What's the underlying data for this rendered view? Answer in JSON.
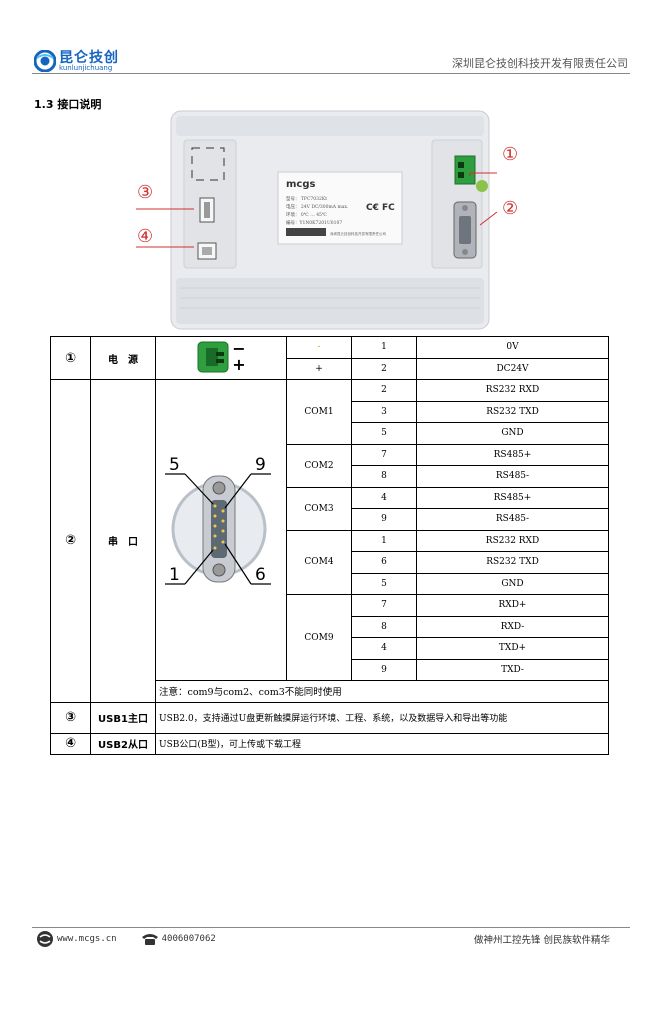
{
  "header": {
    "logo_cn": "昆仑技创",
    "logo_en": "kunlunjichuang",
    "company": "深圳昆仑技创科技开发有限责任公司"
  },
  "section": {
    "title": "1.3 接口说明"
  },
  "figure": {
    "callouts": [
      "①",
      "②",
      "③",
      "④"
    ],
    "brand": "mcgs",
    "label_rows": [
      "型号： TPC7032Kt",
      "电压： 24V DC/300mA max.",
      "环境： 0℃ … 45℃",
      "编号：Y1N0K7201U0107"
    ],
    "label_marks": "C€ FC",
    "footer_small": "深圳昆仑技创科技开发有限责任公司"
  },
  "table": {
    "power": {
      "num": "①",
      "label": "电　源",
      "connector_labels": [
        "−",
        "+"
      ],
      "rows": [
        {
          "sign": "-",
          "pin": "1",
          "func": "0V"
        },
        {
          "sign": "+",
          "pin": "2",
          "func": "DC24V"
        }
      ]
    },
    "serial": {
      "num": "②",
      "label": "串　口",
      "db9_labels": [
        "5",
        "9",
        "1",
        "6"
      ],
      "groups": [
        {
          "name": "COM1",
          "rows": [
            {
              "pin": "2",
              "func": "RS232 RXD"
            },
            {
              "pin": "3",
              "func": "RS232 TXD"
            },
            {
              "pin": "5",
              "func": "GND"
            }
          ]
        },
        {
          "name": "COM2",
          "rows": [
            {
              "pin": "7",
              "func": "RS485+"
            },
            {
              "pin": "8",
              "func": "RS485-"
            }
          ]
        },
        {
          "name": "COM3",
          "rows": [
            {
              "pin": "4",
              "func": "RS485+"
            },
            {
              "pin": "9",
              "func": "RS485-"
            }
          ]
        },
        {
          "name": "COM4",
          "rows": [
            {
              "pin": "1",
              "func": "RS232 RXD"
            },
            {
              "pin": "6",
              "func": "RS232 TXD"
            },
            {
              "pin": "5",
              "func": "GND"
            }
          ]
        },
        {
          "name": "COM9",
          "rows": [
            {
              "pin": "7",
              "func": "RXD+"
            },
            {
              "pin": "8",
              "func": "RXD-"
            },
            {
              "pin": "4",
              "func": "TXD+"
            },
            {
              "pin": "9",
              "func": "TXD-"
            }
          ]
        }
      ],
      "note": "注意：com9与com2、com3不能同时使用"
    },
    "usb1": {
      "num": "③",
      "label": "USB1主口",
      "desc": "USB2.0，支持通过U盘更新触摸屏运行环境、工程、系统，以及数据导入和导出等功能"
    },
    "usb2": {
      "num": "④",
      "label": "USB2从口",
      "desc": "USB公口(B型)，可上传或下载工程"
    }
  },
  "footer": {
    "website": "www.mcgs.cn",
    "phone": "4006007062",
    "slogan": "做神州工控先锋 创民族软件精华"
  },
  "colors": {
    "brand_blue": "#1565c0",
    "callout_red": "#d32f2f",
    "connector_green": "#2e9e3e"
  }
}
